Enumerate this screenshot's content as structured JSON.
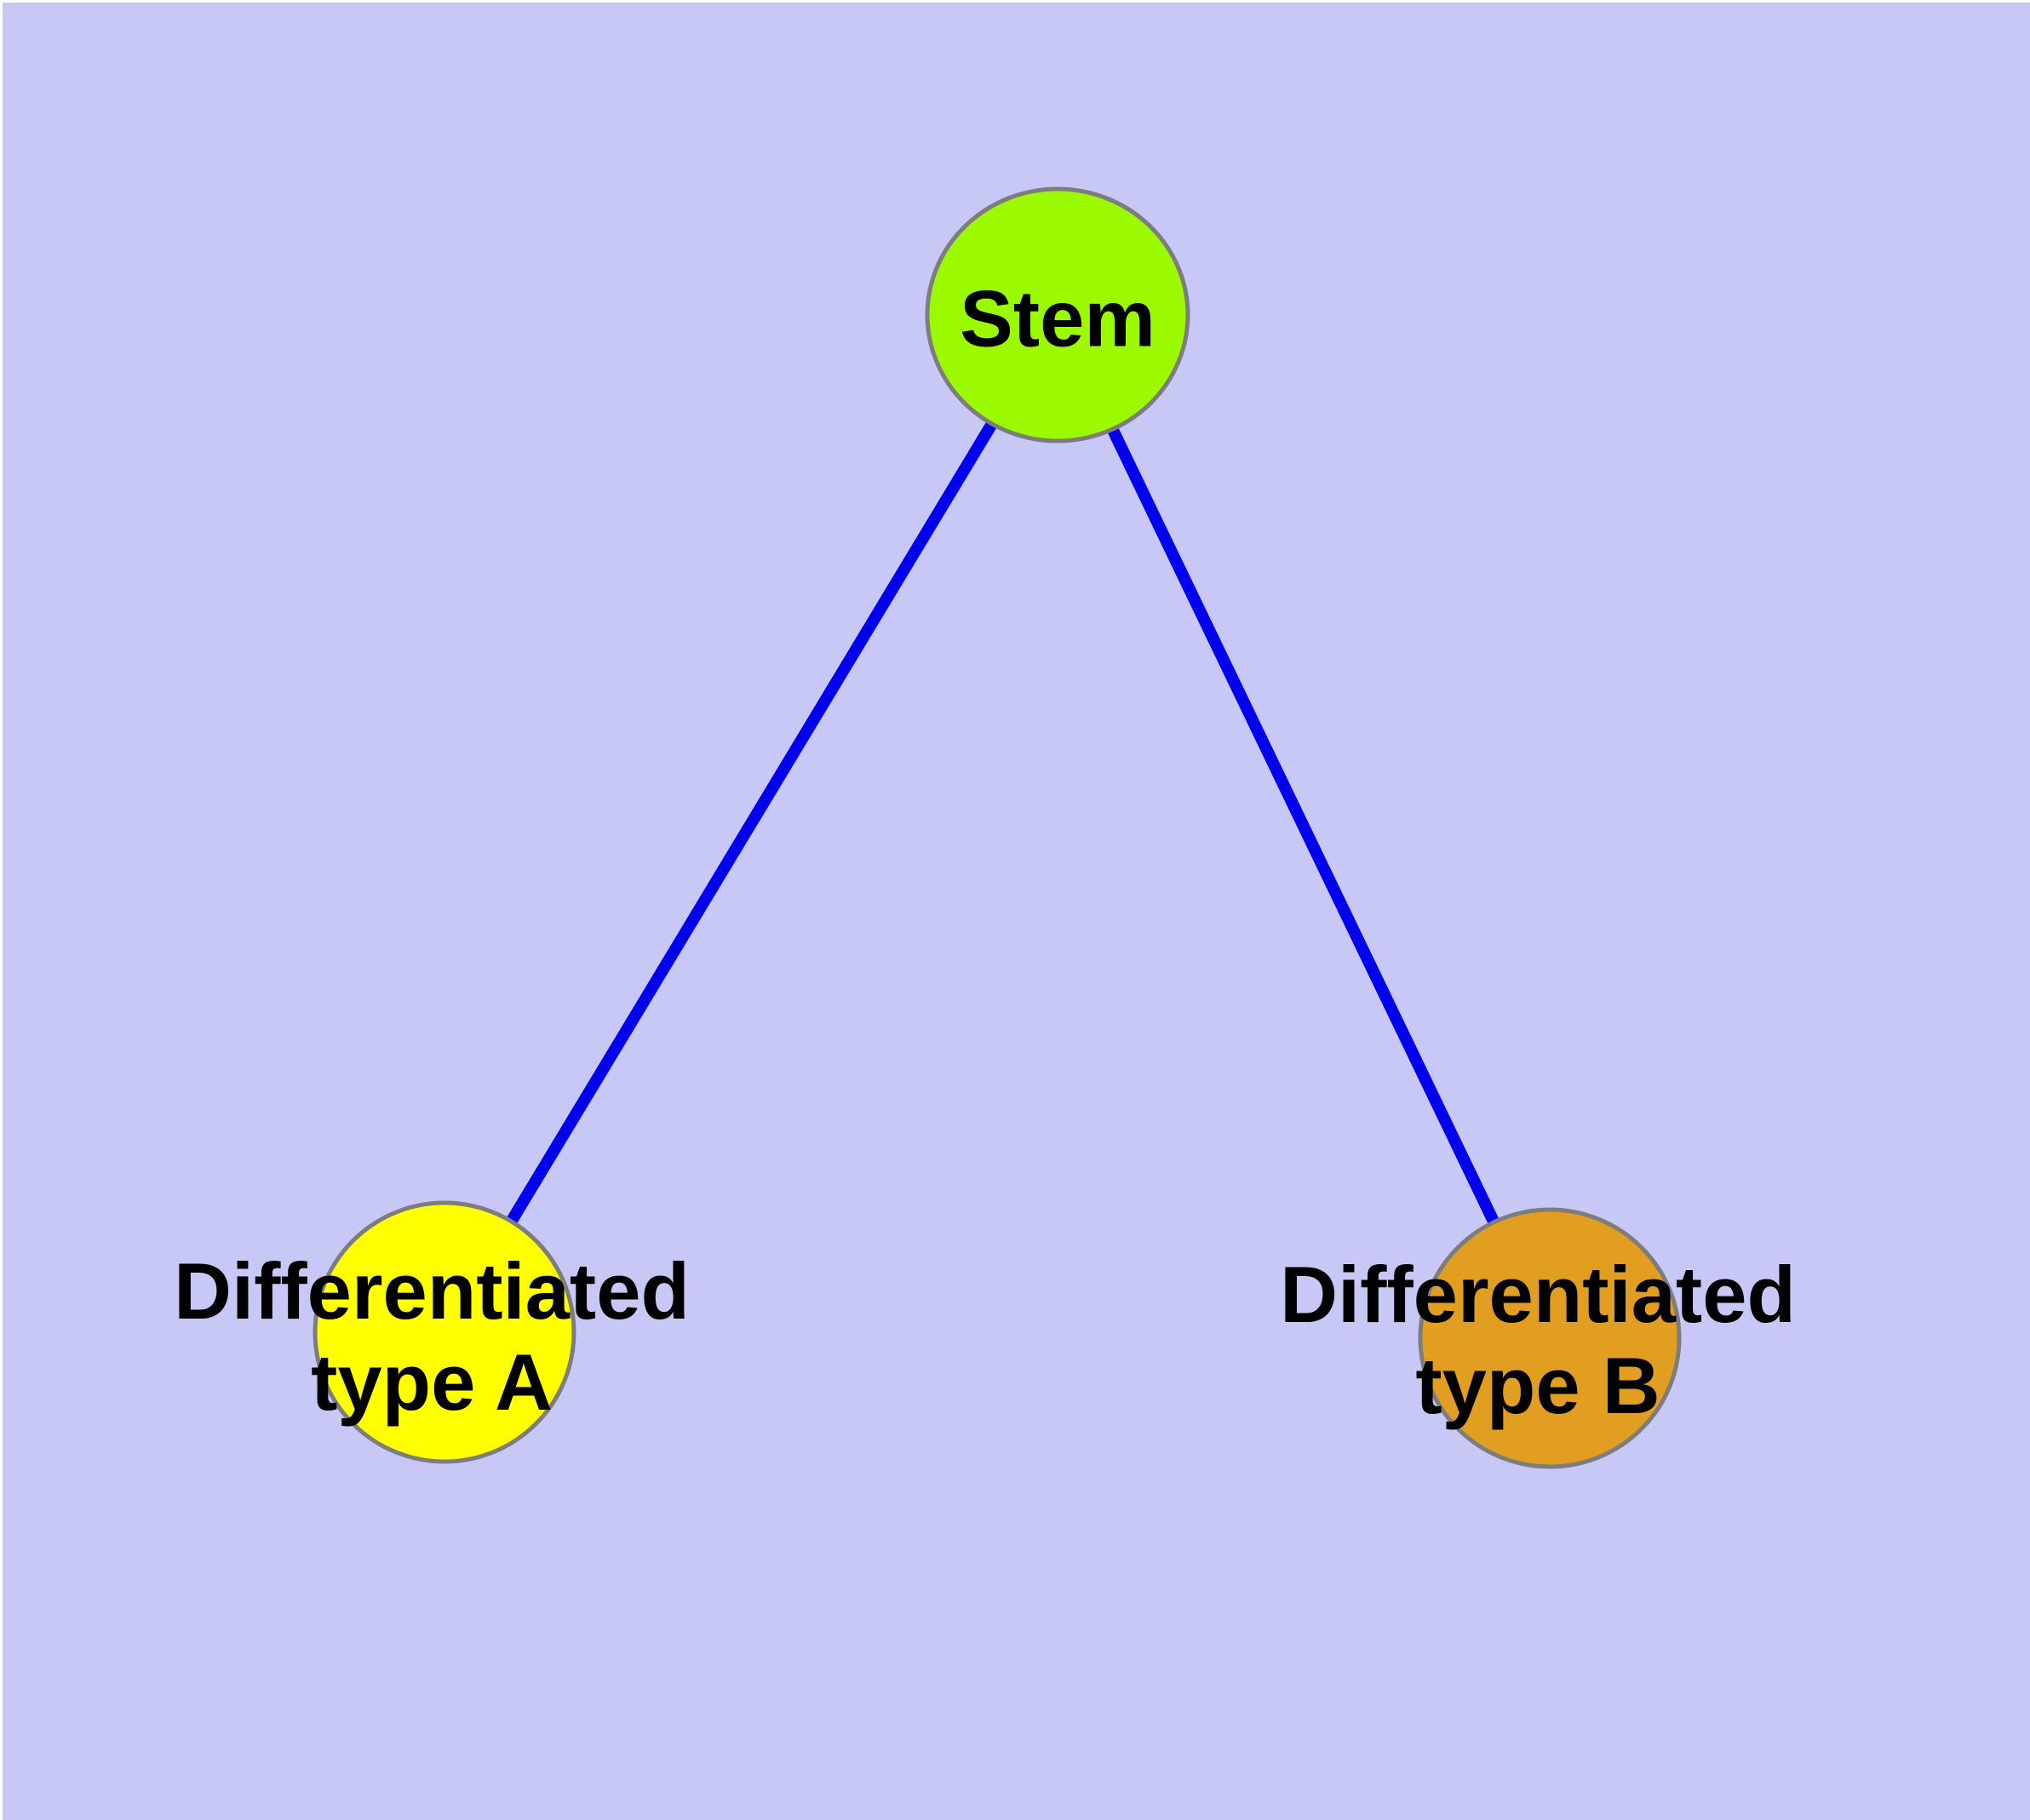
{
  "diagram": {
    "background_color": "#c8c8f6",
    "edge_color": "#0000ee",
    "node_border_color": "#7d7d7d",
    "text_color": "#000000",
    "nodes": {
      "stem": {
        "label": "Stem",
        "fill": "#9cfa00"
      },
      "type_a": {
        "line1": "Differentiated",
        "line2": "type A",
        "fill": "#ffff00"
      },
      "type_b": {
        "line1": "Differentiated",
        "line2": "type B",
        "fill": "#e29e21"
      }
    },
    "edges": [
      {
        "from": "Stem",
        "to": "Differentiated type A"
      },
      {
        "from": "Stem",
        "to": "Differentiated type B"
      }
    ]
  }
}
